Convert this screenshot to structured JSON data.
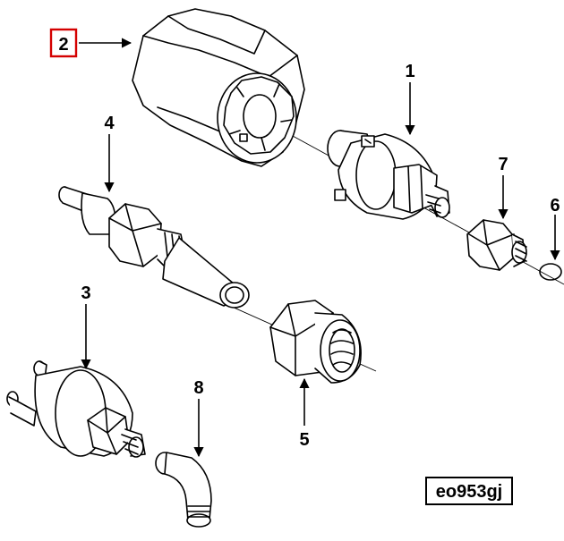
{
  "diagram": {
    "callouts": [
      {
        "id": "1",
        "label": "1",
        "highlighted": false
      },
      {
        "id": "2",
        "label": "2",
        "highlighted": true
      },
      {
        "id": "3",
        "label": "3",
        "highlighted": false
      },
      {
        "id": "4",
        "label": "4",
        "highlighted": false
      },
      {
        "id": "5",
        "label": "5",
        "highlighted": false
      },
      {
        "id": "6",
        "label": "6",
        "highlighted": false
      },
      {
        "id": "7",
        "label": "7",
        "highlighted": false
      },
      {
        "id": "8",
        "label": "8",
        "highlighted": false
      }
    ],
    "reference_code": "eo953gj",
    "highlight_color": "#d40000"
  }
}
